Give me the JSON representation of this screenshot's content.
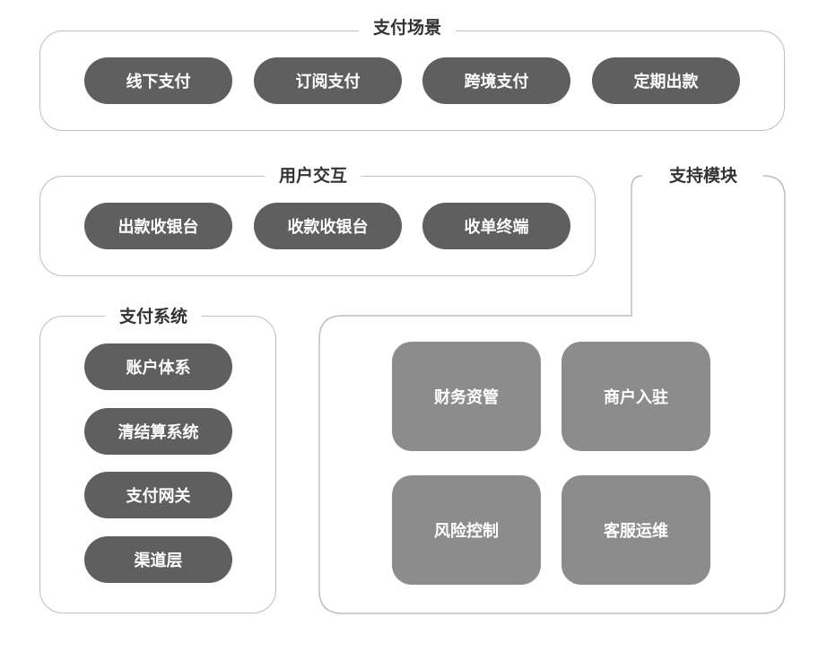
{
  "scenarios": {
    "title": "支付场景",
    "items": [
      "线下支付",
      "订阅支付",
      "跨境支付",
      "定期出款"
    ]
  },
  "interaction": {
    "title": "用户交互",
    "items": [
      "出款收银台",
      "收款收银台",
      "收单终端"
    ]
  },
  "payment_system": {
    "title": "支付系统",
    "items": [
      "账户体系",
      "清结算系统",
      "支付网关",
      "渠道层"
    ]
  },
  "support": {
    "title": "支持模块",
    "items": [
      "财务资管",
      "商户入驻",
      "风险控制",
      "客服运维"
    ]
  },
  "colors": {
    "pill": "#5f5f5f",
    "module": "#8c8c8c",
    "outline": "#bdbdbd",
    "title_text": "#333333"
  }
}
